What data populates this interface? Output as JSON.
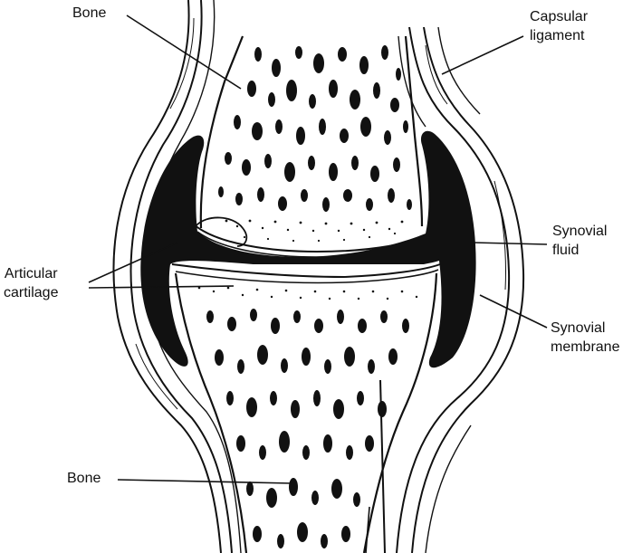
{
  "labels": {
    "bone_top": "Bone",
    "capsular_ligament": [
      "Capsular",
      "ligament"
    ],
    "synovial_fluid": [
      "Synovial",
      "fluid"
    ],
    "articular_cartilage": [
      "Articular",
      "cartilage"
    ],
    "synovial_membrane": [
      "Synovial",
      "membrane"
    ],
    "bone_bottom": "Bone"
  },
  "colors": {
    "ink": "#111111",
    "paper": "#ffffff"
  }
}
